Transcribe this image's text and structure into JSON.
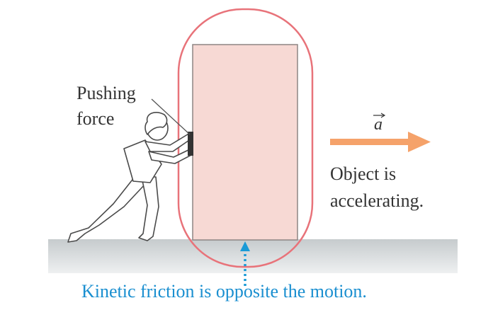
{
  "labels": {
    "pushing_force_line1": "Pushing",
    "pushing_force_line2": "force",
    "acceleration_symbol": "a",
    "object_status_line1": "Object is",
    "object_status_line2": "accelerating.",
    "friction_caption": "Kinetic friction is opposite the motion."
  },
  "colors": {
    "ground": "#cfd4d6",
    "block_fill": "#f7d9d4",
    "block_stroke": "#8d8584",
    "system_outline": "#e8737a",
    "acceleration_arrow": "#f5a26a",
    "friction_arrow": "#1a9ad6",
    "caption_text": "#1a8fd0",
    "label_text": "#333333"
  },
  "icons": {
    "person": "person-pushing-icon",
    "acceleration": "arrow-right-icon",
    "friction": "dotted-arrow-up-icon"
  }
}
